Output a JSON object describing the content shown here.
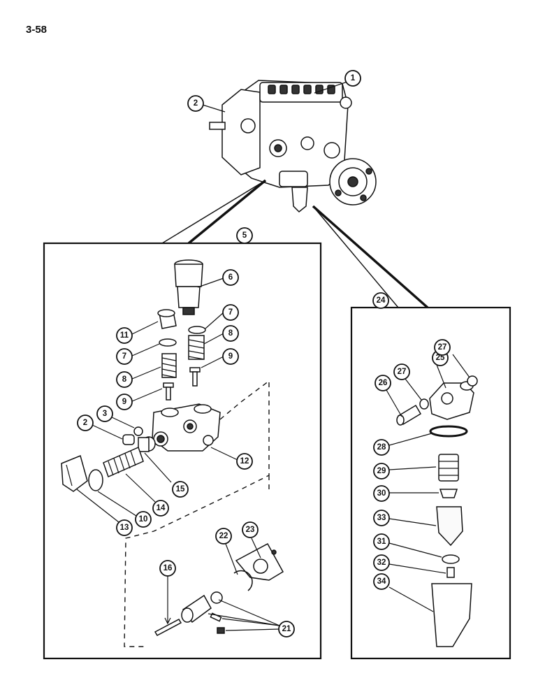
{
  "page": {
    "number": "3-58"
  },
  "callouts": {
    "c1": "1",
    "c2_top": "2",
    "c5": "5",
    "c6": "6",
    "c7_right": "7",
    "c11": "11",
    "c8_right": "8",
    "c7_left": "7",
    "c9_right": "9",
    "c8_left": "8",
    "c9_left": "9",
    "c3": "3",
    "c2": "2",
    "c12": "12",
    "c15": "15",
    "c14": "14",
    "c10": "10",
    "c13": "13",
    "c23": "23",
    "c22": "22",
    "c16": "16",
    "c21": "21",
    "c24": "24",
    "c27_right": "27",
    "c27_left": "27",
    "c25": "25",
    "c26": "26",
    "c28": "28",
    "c29": "29",
    "c30": "30",
    "c33": "33",
    "c31": "31",
    "c32": "32",
    "c34": "34"
  }
}
